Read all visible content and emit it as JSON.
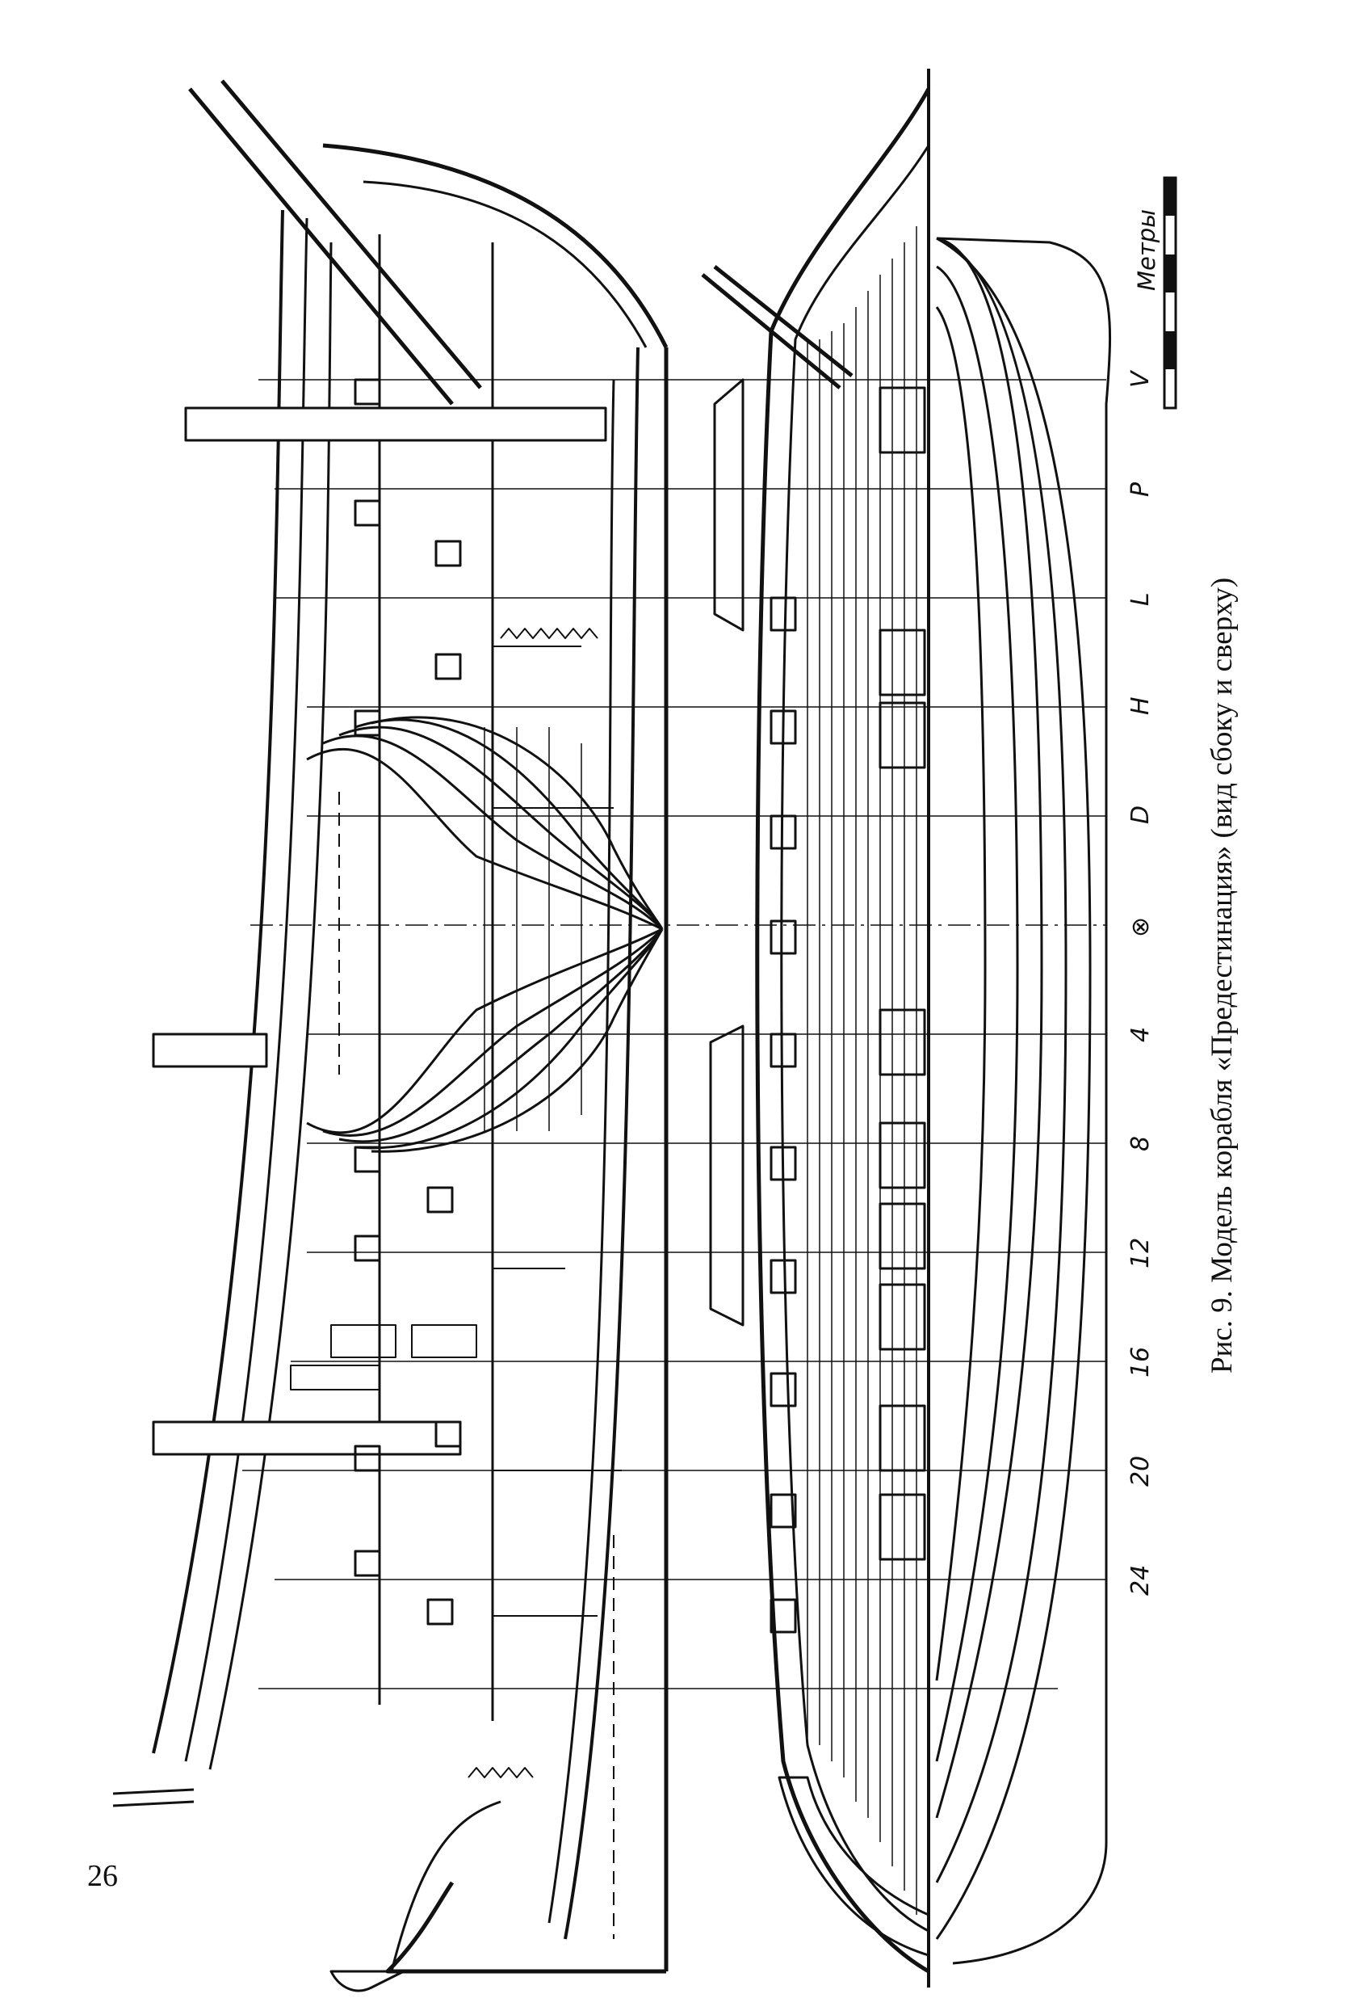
{
  "page_number": "26",
  "caption": "Рис. 9. Модель корабля «Предестинация» (вид сбоку и сверху)",
  "scale_label": "Метры",
  "stations": [
    "V",
    "P",
    "L",
    "H",
    "D",
    "⊗",
    "4",
    "8",
    "12",
    "16",
    "20",
    "24"
  ]
}
